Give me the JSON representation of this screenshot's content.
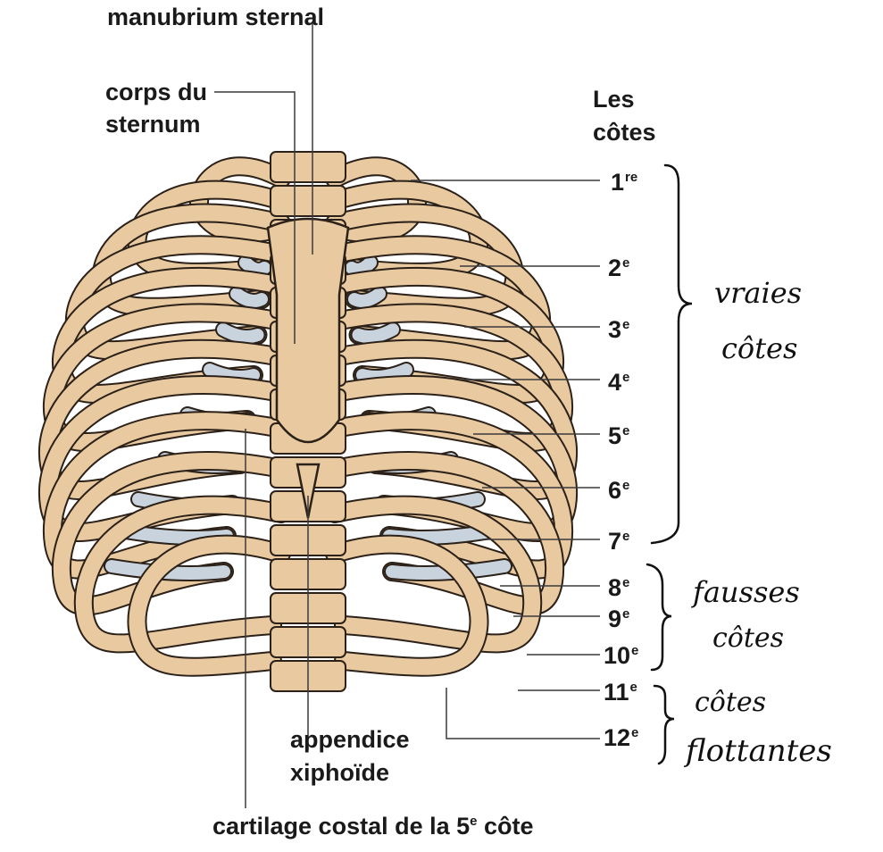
{
  "labels": {
    "manubrium": "manubrium sternal",
    "corps_line1": "corps du",
    "corps_line2": "sternum",
    "les": "Les",
    "cotes": "côtes",
    "appendice_line1": "appendice",
    "appendice_line2": "xiphoïde",
    "cartilage_prefix": "cartilage costal de la 5",
    "cartilage_sup": "e",
    "cartilage_suffix": " côte"
  },
  "ribs": [
    {
      "num": "1",
      "sup": "re"
    },
    {
      "num": "2",
      "sup": "e"
    },
    {
      "num": "3",
      "sup": "e"
    },
    {
      "num": "4",
      "sup": "e"
    },
    {
      "num": "5",
      "sup": "e"
    },
    {
      "num": "6",
      "sup": "e"
    },
    {
      "num": "7",
      "sup": "e"
    },
    {
      "num": "8",
      "sup": "e"
    },
    {
      "num": "9",
      "sup": "e"
    },
    {
      "num": "10",
      "sup": "e"
    },
    {
      "num": "11",
      "sup": "e"
    },
    {
      "num": "12",
      "sup": "e"
    }
  ],
  "handwritten": {
    "vraies_1": "vraies",
    "vraies_2": "côtes",
    "fausses_1": "fausses",
    "fausses_2": "côtes",
    "flottantes_1": "côtes",
    "flottantes_2": "flottantes"
  },
  "colors": {
    "bone": "#e8c9a0",
    "bone_outline": "#2b2118",
    "cartilage": "#c9d3dd",
    "leader": "#3a3a3a"
  }
}
